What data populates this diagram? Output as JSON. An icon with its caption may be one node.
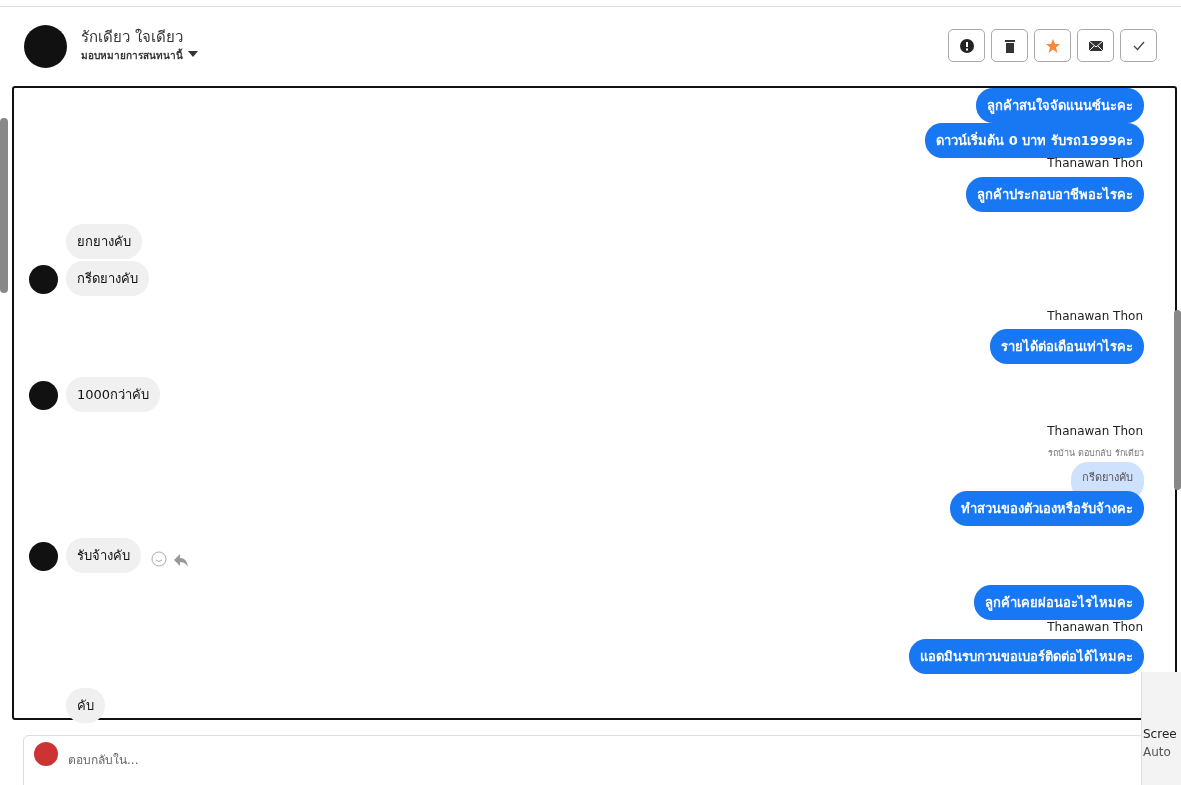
{
  "diagram": {
    "nodes": [
      {
        "text": [
          "ลูกค้าสนใจจัดแนนซ์นะคะ"
        ]
      },
      {
        "text": [
          "ดาวน์เริ่มต้น 0 บาท รับรถ1999คะ"
        ]
      },
      {
        "text": [
          "ลูกค้าประกอบอาชีพอะไรคะ"
        ]
      },
      {
        "text": [
          "ยกยางคับ"
        ]
      },
      {
        "text": [
          "กรีดยางคับ"
        ]
      },
      {
        "text": [
          "รายได้ต่อเดือนเท่าไรคะ"
        ]
      },
      {
        "text": [
          "1000กว่าคับ"
        ]
      },
      {
        "text": [
          "กรีดยางคับ"
        ]
      },
      {
        "text": [
          "ทำสวนของตัวเองหรือรับจ้างคะ"
        ]
      },
      {
        "text": [
          "รับจ้างคับ"
        ]
      },
      {
        "text": [
          "ลูกค้าเคยผ่อนอะไรไหมคะ"
        ]
      },
      {
        "text": [
          "แอดมินรบกวนขอเบอร์ติดต่อได้ไหมคะ"
        ]
      },
      {
        "text": [
          "คับ"
        ]
      },
      {
        "text": [
          "ตอบกลับใน..."
        ]
      }
    ],
    "labels": [
      "รักเดียว ใจเดียว",
      "มอบหมายการสนทนานี้",
      "Thanawan Thon",
      "Thanawan Thon",
      "Thanawan Thon",
      "รถบ้าน ตอบกลับ รักเดียว",
      "Thanawan Thon",
      "Scree",
      "Auto"
    ]
  }
}
